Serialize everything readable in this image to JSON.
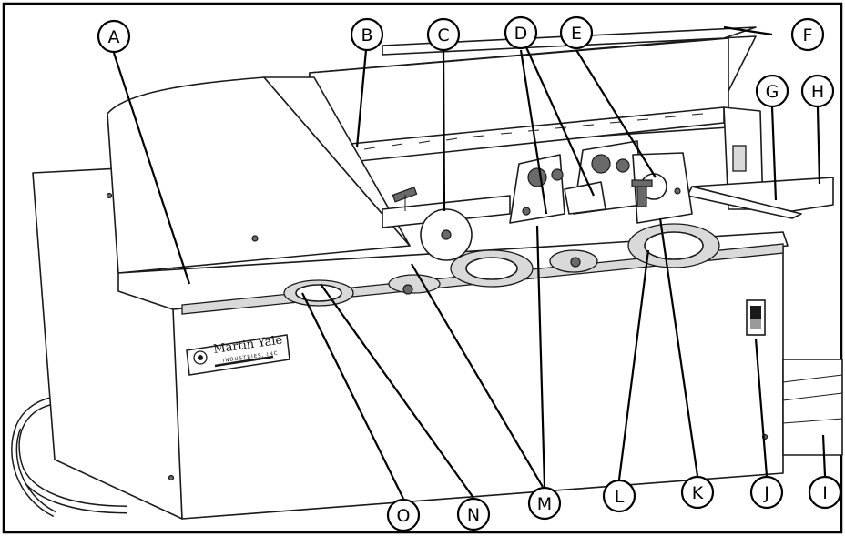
{
  "brand": {
    "name": "Martin Yale",
    "subtitle": "INDUSTRIES, INC"
  },
  "callouts": [
    {
      "letter": "A"
    },
    {
      "letter": "B"
    },
    {
      "letter": "C"
    },
    {
      "letter": "D"
    },
    {
      "letter": "E"
    },
    {
      "letter": "F"
    },
    {
      "letter": "G"
    },
    {
      "letter": "H"
    },
    {
      "letter": "I"
    },
    {
      "letter": "J"
    },
    {
      "letter": "K"
    },
    {
      "letter": "L"
    },
    {
      "letter": "M"
    },
    {
      "letter": "N"
    },
    {
      "letter": "O"
    }
  ],
  "colors": {
    "line": "#1a1a1a",
    "fill": "#ffffff",
    "shade": "#d9d9d9"
  }
}
